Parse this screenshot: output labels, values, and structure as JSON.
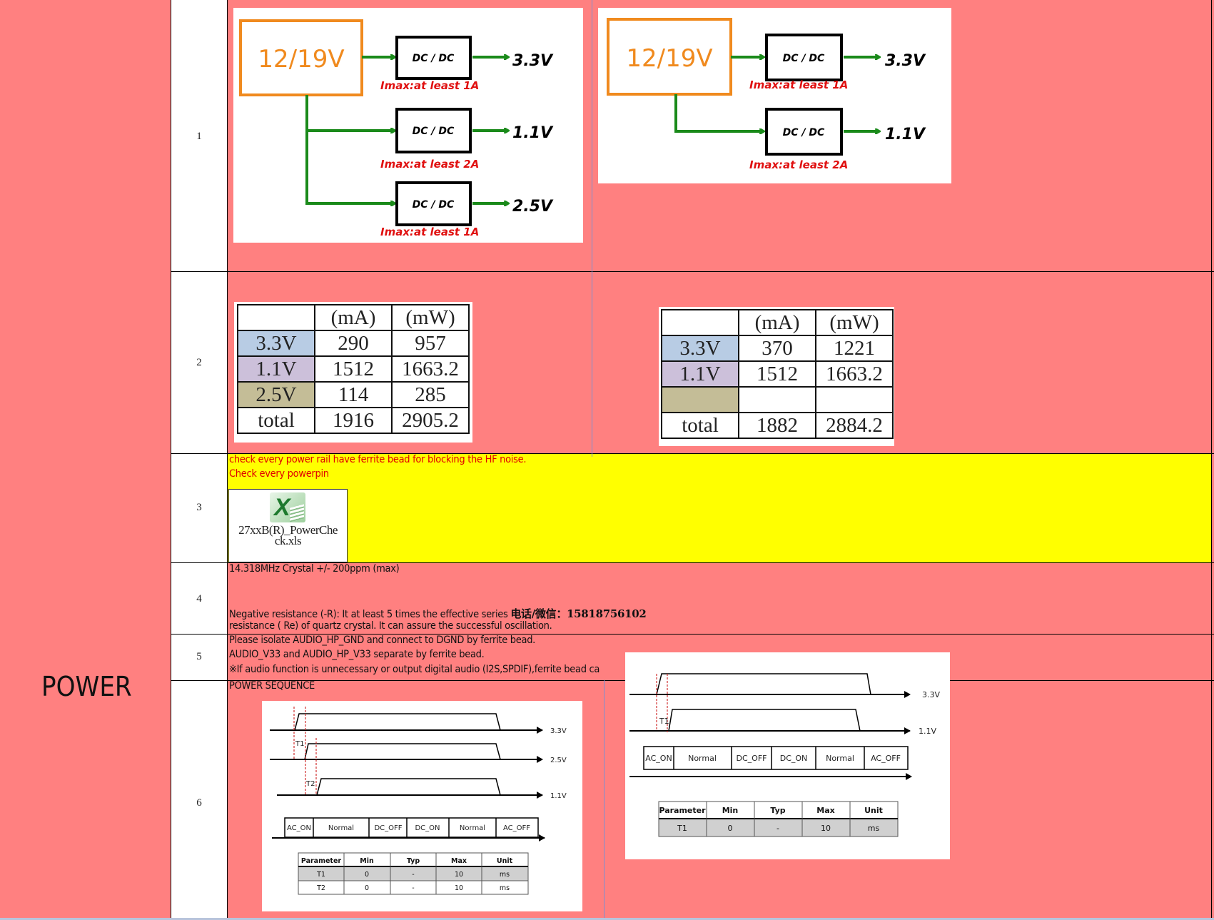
{
  "section_label": "POWER",
  "rows": [
    {
      "number": "1"
    },
    {
      "number": "2"
    },
    {
      "number": "3"
    },
    {
      "number": "4"
    },
    {
      "number": "5"
    },
    {
      "number": "6"
    }
  ],
  "diagram_left": {
    "source": "12/19V",
    "converter": "DC / DC",
    "outputs": [
      {
        "voltage": "3.3V",
        "imax": "Imax:at least 1A"
      },
      {
        "voltage": "1.1V",
        "imax": "Imax:at least 2A"
      },
      {
        "voltage": "2.5V",
        "imax": "Imax:at least 1A"
      }
    ]
  },
  "diagram_right": {
    "source": "12/19V",
    "converter": "DC / DC",
    "outputs": [
      {
        "voltage": "3.3V",
        "imax": "Imax:at least 1A"
      },
      {
        "voltage": "1.1V",
        "imax": "Imax:at least 2A"
      }
    ]
  },
  "table_left": {
    "headers": [
      "",
      "(mA)",
      "(mW)"
    ],
    "rows": [
      [
        "3.3V",
        "290",
        "957"
      ],
      [
        "1.1V",
        "1512",
        "1663.2"
      ],
      [
        "2.5V",
        "114",
        "285"
      ],
      [
        "total",
        "1916",
        "2905.2"
      ]
    ]
  },
  "table_right": {
    "headers": [
      "",
      "(mA)",
      "(mW)"
    ],
    "rows": [
      [
        "3.3V",
        "370",
        "1221"
      ],
      [
        "1.1V",
        "1512",
        "1663.2"
      ],
      [
        "",
        "",
        ""
      ],
      [
        "total",
        "1882",
        "2884.2"
      ]
    ]
  },
  "row3": {
    "line1": "check every power rail have ferrite bead for blocking the HF noise.",
    "line2": "Check every powerpin",
    "attachment_line1": "27xxB(R)_PowerChe",
    "attachment_line2": "ck.xls"
  },
  "row4": {
    "line1": "14.318MHz  Crystal   +/- 200ppm (max)",
    "line2": "Negative resistance (-R): It at least 5 times the effective series",
    "contact": "电话/微信：15818756102",
    "line3": "resistance ( Re) of quartz crystal. It can assure the successful oscillation."
  },
  "row5": {
    "line1": "Please isolate AUDIO_HP_GND and connect to DGND by ferrite bead.",
    "line2": "AUDIO_V33  and AUDIO_HP_V33  separate by ferrite bead.",
    "line3": "※If audio function is unnecessary or output digital audio (I2S,SPDIF),ferrite  bead ca"
  },
  "row6": {
    "title": "POWER SEQUENCE",
    "seq_left": {
      "rails": [
        "3.3V",
        "2.5V",
        "1.1V"
      ],
      "markers": [
        "T1",
        "T2"
      ],
      "states": [
        "AC_ON",
        "Normal",
        "DC_OFF",
        "DC_ON",
        "Normal",
        "AC_OFF"
      ],
      "table_headers": [
        "Parameter",
        "Min",
        "Typ",
        "Max",
        "Unit"
      ],
      "table_rows": [
        [
          "T1",
          "0",
          "-",
          "10",
          "ms"
        ],
        [
          "T2",
          "0",
          "-",
          "10",
          "ms"
        ]
      ]
    },
    "seq_right": {
      "rails": [
        "3.3V",
        "1.1V"
      ],
      "markers": [
        "T1"
      ],
      "states": [
        "AC_ON",
        "Normal",
        "DC_OFF",
        "DC_ON",
        "Normal",
        "AC_OFF"
      ],
      "table_headers": [
        "Parameter",
        "Min",
        "Typ",
        "Max",
        "Unit"
      ],
      "table_rows": [
        [
          "T1",
          "0",
          "-",
          "10",
          "ms"
        ]
      ]
    }
  },
  "colors": {
    "row_bg": "#FF8080",
    "highlight": "#FFFF00",
    "rail_33": "#B8CCE4",
    "rail_11": "#CCC0DA",
    "rail_25": "#C4BD97"
  }
}
